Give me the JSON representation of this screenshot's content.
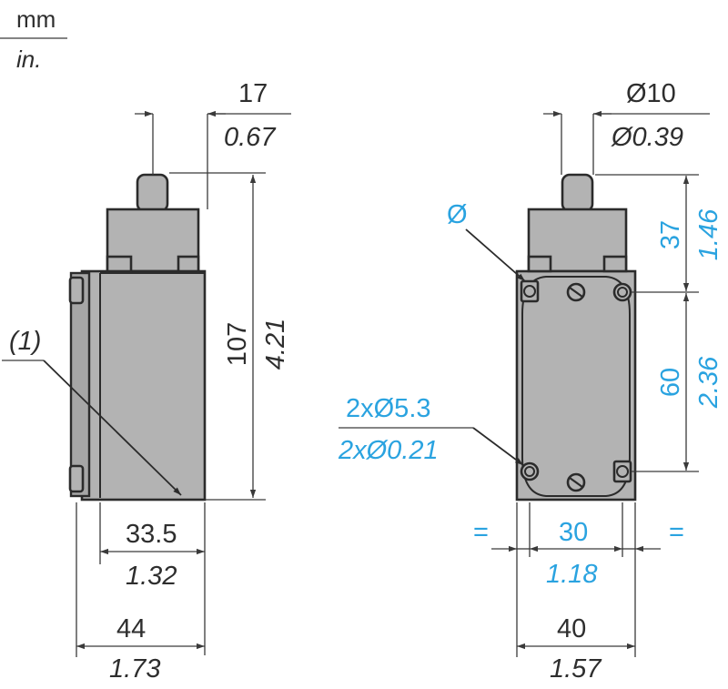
{
  "units": {
    "primary": "mm",
    "secondary": "in."
  },
  "side_view": {
    "callout": "(1)",
    "top_width": {
      "mm": "17",
      "in": "0.67"
    },
    "height": {
      "mm": "107",
      "in": "4.21"
    },
    "inner_width": {
      "mm": "33.5",
      "in": "1.32"
    },
    "total_width": {
      "mm": "44",
      "in": "1.73"
    }
  },
  "front_view": {
    "plunger_diameter": {
      "mm": "Ø10",
      "in": "Ø0.39"
    },
    "hole_symbol": "Ø",
    "mounting_holes": {
      "mm": "2xØ5.3",
      "in": "2xØ0.21"
    },
    "head_height": {
      "mm": "37",
      "in": "1.46"
    },
    "hole_spacing_v": {
      "mm": "60",
      "in": "2.36"
    },
    "hole_spacing_h": {
      "mm": "30",
      "in": "1.18"
    },
    "equal_mark": "=",
    "total_width": {
      "mm": "40",
      "in": "1.57"
    }
  },
  "colors": {
    "body": "#b3b3b3",
    "outline": "#2b2b2b",
    "dimension": "#2e2e2e",
    "accent": "#2aa3e0"
  }
}
